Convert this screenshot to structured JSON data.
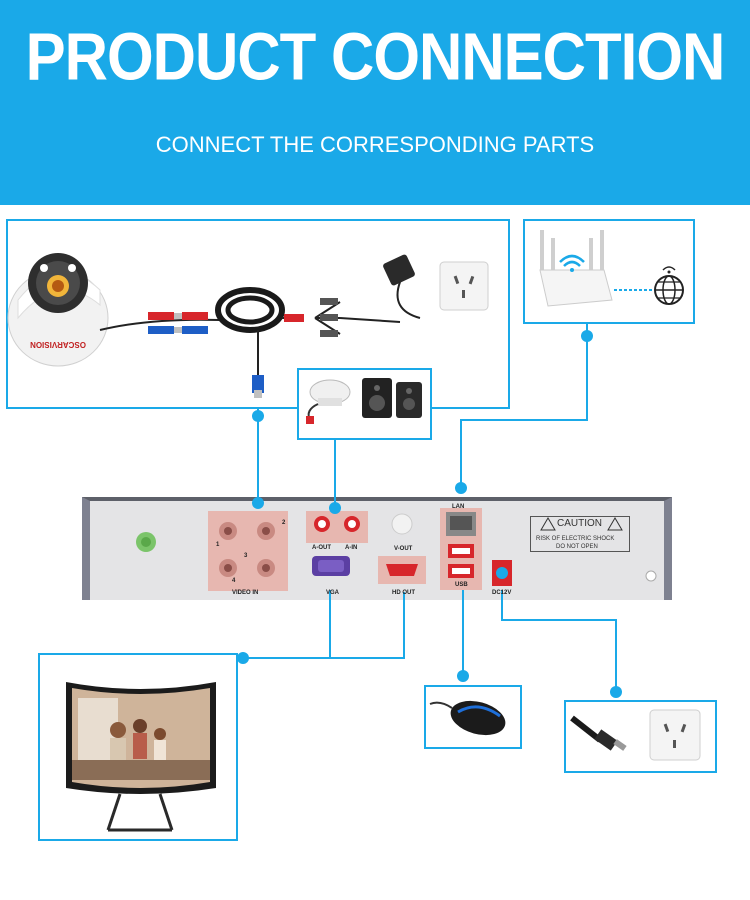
{
  "header": {
    "title": "PRODUCT CONNECTION",
    "subtitle": "CONNECT THE CORRESPONDING PARTS"
  },
  "camera": {
    "brand": "OSCARVISION"
  },
  "dvr": {
    "port_labels": {
      "video_in": "VIDEO IN",
      "audio_out": "A-OUT",
      "audio_in": "A-IN",
      "video_out": "V-OUT",
      "lan": "LAN",
      "vga": "VGA",
      "hdmi": "HD OUT",
      "usb": "USB",
      "dc": "DC12V"
    },
    "video_channels": [
      "1",
      "2",
      "3",
      "4"
    ],
    "caution": {
      "title": "CAUTION",
      "line1": "RISK OF ELECTRIC SHOCK",
      "line2": "DO NOT OPEN"
    }
  },
  "colors": {
    "accent": "#1aa9e8",
    "panel": "#e4e4e6",
    "port_pink": "#e7b7b0"
  },
  "icons": [
    "wifi-icon",
    "globe-icon",
    "caution-icon",
    "ground-icon"
  ]
}
